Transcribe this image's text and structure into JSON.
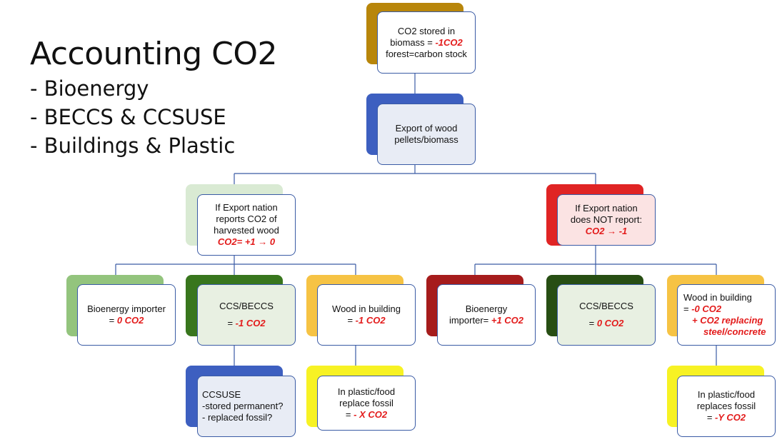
{
  "title": "Accounting CO2",
  "subtitles": [
    "- Bioenergy",
    "- BECCS & CCSUSE",
    "- Buildings & Plastic"
  ],
  "nodes": {
    "top": {
      "line1": "CO2 stored in",
      "line2_prefix": "biomass = ",
      "line2_value": "-1CO2",
      "line3": "forest=carbon stock"
    },
    "export": {
      "line1": "Export of wood",
      "line2": "pellets/biomass"
    },
    "reports": {
      "line1": "If Export nation",
      "line2": "reports CO2 of",
      "line3": "harvested wood",
      "value": "CO2= +1 → 0"
    },
    "not_reports": {
      "line1": "If Export nation",
      "line2": "does NOT report:",
      "value": "CO2 → -1"
    },
    "bio_left": {
      "line1": "Bioenergy importer",
      "prefix": "= ",
      "value": "0 CO2"
    },
    "ccs_left": {
      "line1": "CCS/BECCS",
      "prefix": "= ",
      "value": "-1 CO2"
    },
    "wood_left": {
      "line1": "Wood in building",
      "prefix": "= ",
      "value": "-1 CO2"
    },
    "bio_right": {
      "line1": "Bioenergy",
      "prefix": "importer= ",
      "value": "+1 CO2"
    },
    "ccs_right": {
      "line1": "CCS/BECCS",
      "prefix": "= ",
      "value": "0 CO2"
    },
    "wood_right": {
      "line1": "Wood in building",
      "prefix": "= ",
      "value": "-0 CO2",
      "value2": "+ CO2 replacing",
      "value3": "steel/concrete"
    },
    "ccsuse": {
      "line1": "CCSUSE",
      "line2": "-stored permanent?",
      "line3": "- replaced fossil?"
    },
    "plastic_left": {
      "line1": "In plastic/food",
      "line2": "replace fossil",
      "prefix": "= ",
      "value": "- X CO2"
    },
    "plastic_right": {
      "line1": "In plastic/food",
      "line2": "replaces fossil",
      "prefix": "= ",
      "value": "-Y CO2"
    }
  },
  "colors": {
    "border": "#3a5ba5",
    "line": "#3a5ba5",
    "red_text": "#e31b1b",
    "gold": "#b8860b",
    "blue": "#3d5fc0",
    "light_green": "#d9ead3",
    "red": "#e02424",
    "green_light": "#93c47d",
    "green_dark": "#38761d",
    "orange": "#f6c344",
    "dark_red": "#a61c1c",
    "darkest_green": "#274e13",
    "yellow": "#f7f224"
  }
}
